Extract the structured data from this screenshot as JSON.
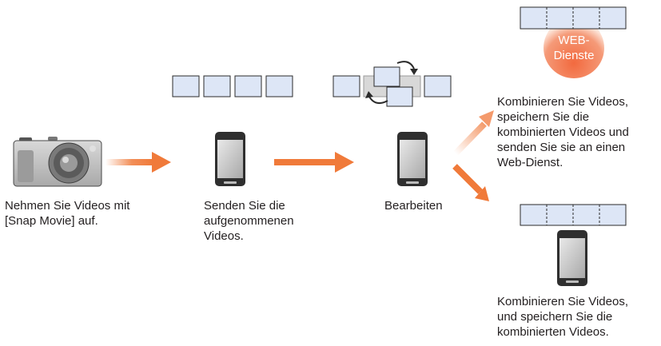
{
  "captions": {
    "capture": "Nehmen Sie Videos mit\n[Snap Movie] auf.",
    "send": "Senden Sie die\naufgenommenen\nVideos.",
    "edit": "Bearbeiten",
    "web": "Kombinieren Sie Videos,\nspeichern Sie die\nkombinierten Videos und\nsenden Sie sie an einen\nWeb-Dienst.",
    "save": "Kombinieren Sie Videos,\nund speichern Sie die\nkombinierten Videos."
  },
  "web_service_label": "WEB-\nDienste",
  "colors": {
    "arrow": "#f07a3a",
    "frame_fill": "#dde6f6",
    "frame_stroke": "#2b2b2b",
    "web_circle": "#f37c54",
    "text": "#231f20"
  }
}
